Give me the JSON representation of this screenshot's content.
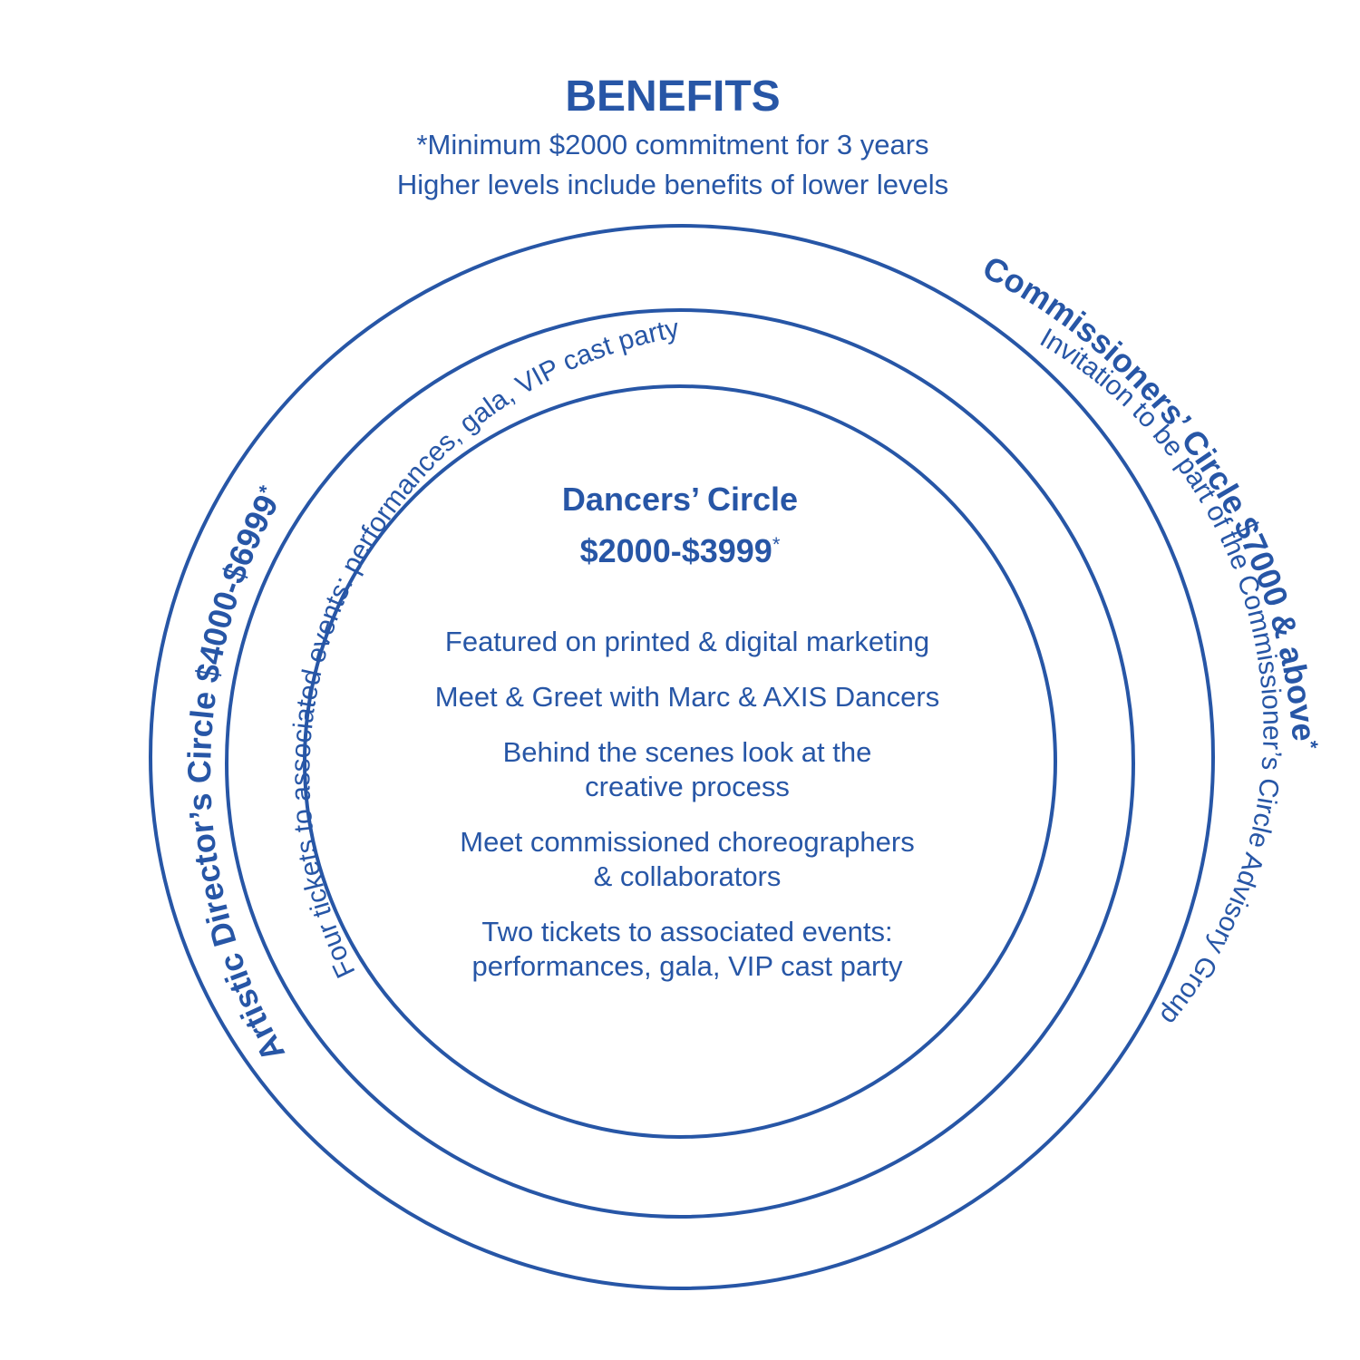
{
  "header": {
    "title": "BENEFITS",
    "subtitle_line1": "*Minimum $2000 commitment for 3 years",
    "subtitle_line2": "Higher levels include benefits of lower levels"
  },
  "colors": {
    "primary": "#2756a6",
    "background": "#ffffff"
  },
  "outer_ring": {
    "tier_left": {
      "name": "Artistic Director’s Circle $4000-$6999",
      "asterisk": "*"
    },
    "tier_right": {
      "name": "Commissioners’ Circle  $7000 & above",
      "asterisk": "*"
    }
  },
  "middle_ring": {
    "benefit_left": "Four tickets to associated events: performances, gala, VIP cast party",
    "benefit_right": "Invitation to be part of the Commissioner’s Circle Advisory Group"
  },
  "inner_circle": {
    "tier_name": "Dancers’ Circle",
    "tier_range": "$2000-$3999",
    "tier_asterisk": "*",
    "benefits": [
      [
        "Featured on printed & digital marketing"
      ],
      [
        "Meet & Greet with Marc & AXIS Dancers"
      ],
      [
        "Behind the scenes look at the",
        "creative process"
      ],
      [
        "Meet commissioned choreographers",
        "& collaborators"
      ],
      [
        "Two tickets to associated events:",
        "performances, gala, VIP cast party"
      ]
    ]
  }
}
